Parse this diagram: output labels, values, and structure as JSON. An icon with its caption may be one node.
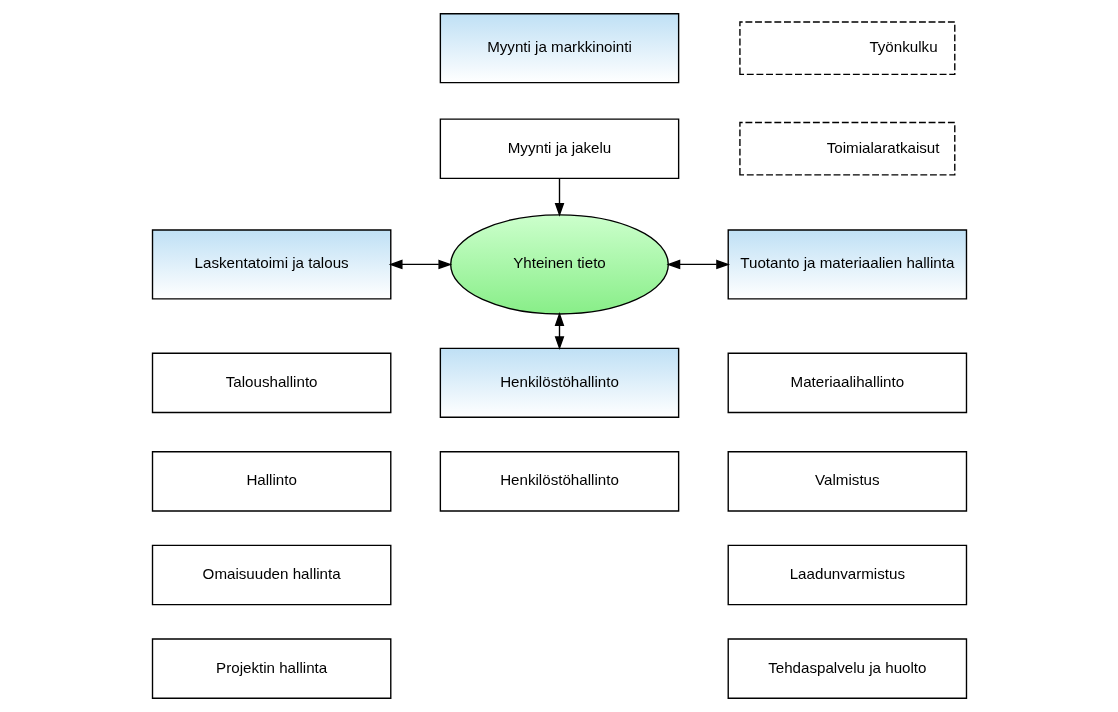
{
  "diagram": {
    "nodes": [
      {
        "text": [
          "Myynti ja markkinointi"
        ]
      },
      {
        "text": [
          "Myynti ja jakelu"
        ]
      },
      {
        "text": [
          "Laskentatoimi ja talous"
        ]
      },
      {
        "text": [
          "Yhteinen tieto"
        ]
      },
      {
        "text": [
          "Tuotanto ja materiaalien hallinta"
        ]
      },
      {
        "text": [
          "Taloushallinto"
        ]
      },
      {
        "text": [
          "Hallinto"
        ]
      },
      {
        "text": [
          "Omaisuuden hallinta"
        ]
      },
      {
        "text": [
          "Projektin hallinta"
        ]
      },
      {
        "text": [
          "Henkilöstöhallinto"
        ]
      },
      {
        "text": [
          "Henkilöstöhallinto"
        ]
      },
      {
        "text": [
          "Materiaalihallinto"
        ]
      },
      {
        "text": [
          "Valmistus"
        ]
      },
      {
        "text": [
          "Laadunvarmistus"
        ]
      },
      {
        "text": [
          "Tehdaspalvelu ja huolto"
        ]
      }
    ],
    "edges": [
      {
        "from": 1,
        "to": 3,
        "arrow": "to"
      },
      {
        "from": 2,
        "to": 3,
        "arrow": "both"
      },
      {
        "from": 3,
        "to": 4,
        "arrow": "both"
      },
      {
        "from": 3,
        "to": 9,
        "arrow": "both"
      }
    ],
    "legend": [
      {
        "text": "Työnkulku"
      },
      {
        "text": "Toimialaratkaisut"
      }
    ]
  }
}
